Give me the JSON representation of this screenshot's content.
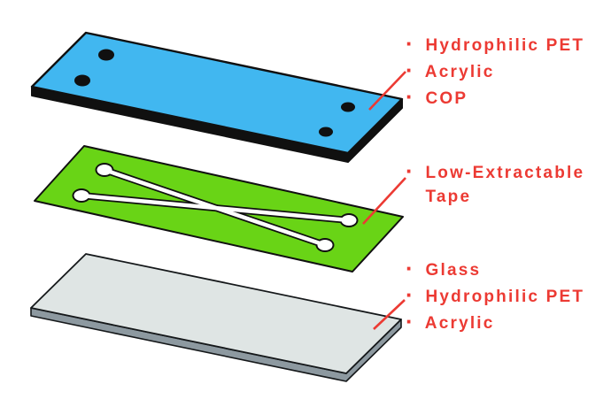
{
  "bullet": "·",
  "colors": {
    "red": "#ec3a33",
    "blue": "#41b7f0",
    "green": "#69d416",
    "gray_top": "#dfe5e4",
    "gray_side": "#8d99a0",
    "channel_white": "#ffffff",
    "outline": "#101010",
    "background": "#ffffff"
  },
  "annotations": [
    {
      "target": "top-cover-plate",
      "lines": [
        {
          "bullet": true,
          "text": "Hydrophilic PET"
        },
        {
          "bullet": true,
          "text": "Acrylic"
        },
        {
          "bullet": true,
          "text": "COP"
        }
      ]
    },
    {
      "target": "middle-tape-layer",
      "lines": [
        {
          "bullet": true,
          "text": "Low-Extractable"
        },
        {
          "bullet": false,
          "text": "Tape"
        }
      ]
    },
    {
      "target": "bottom-base-plate",
      "lines": [
        {
          "bullet": true,
          "text": "Glass"
        },
        {
          "bullet": true,
          "text": "Hydrophilic PET"
        },
        {
          "bullet": true,
          "text": "Acrylic"
        }
      ]
    }
  ]
}
